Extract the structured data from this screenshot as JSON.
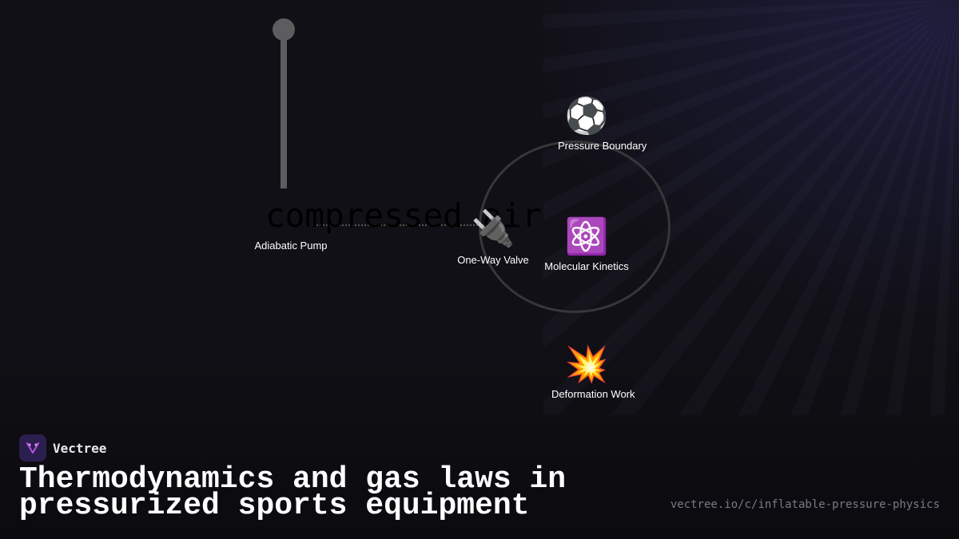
{
  "diagram": {
    "overlay_text": "compressed air",
    "nodes": {
      "pump": {
        "label": "Adiabatic Pump"
      },
      "valve": {
        "label": "One-Way Valve",
        "icon": "🔌",
        "icon_name": "plug-icon"
      },
      "boundary": {
        "label": "Pressure Boundary",
        "icon": "⚽",
        "icon_name": "soccer-ball-icon"
      },
      "kinetics": {
        "label": "Molecular Kinetics",
        "icon": "⚛️",
        "icon_name": "atom-icon"
      },
      "deformation": {
        "label": "Deformation Work",
        "icon": "💥",
        "icon_name": "collision-icon"
      }
    }
  },
  "footer": {
    "brand": "Vectree",
    "headline_line1": "Thermodynamics and gas laws in",
    "headline_line2": "pressurized sports equipment",
    "url": "vectree.io/c/inflatable-pressure-physics"
  },
  "colors": {
    "background": "#111016",
    "pump": "#5d5d60",
    "boundary_stroke": "#37373a",
    "brand_logo_bg": "#2a1f4f",
    "brand_logo_fg": "#b04de0",
    "url_text": "#7a7a85"
  }
}
